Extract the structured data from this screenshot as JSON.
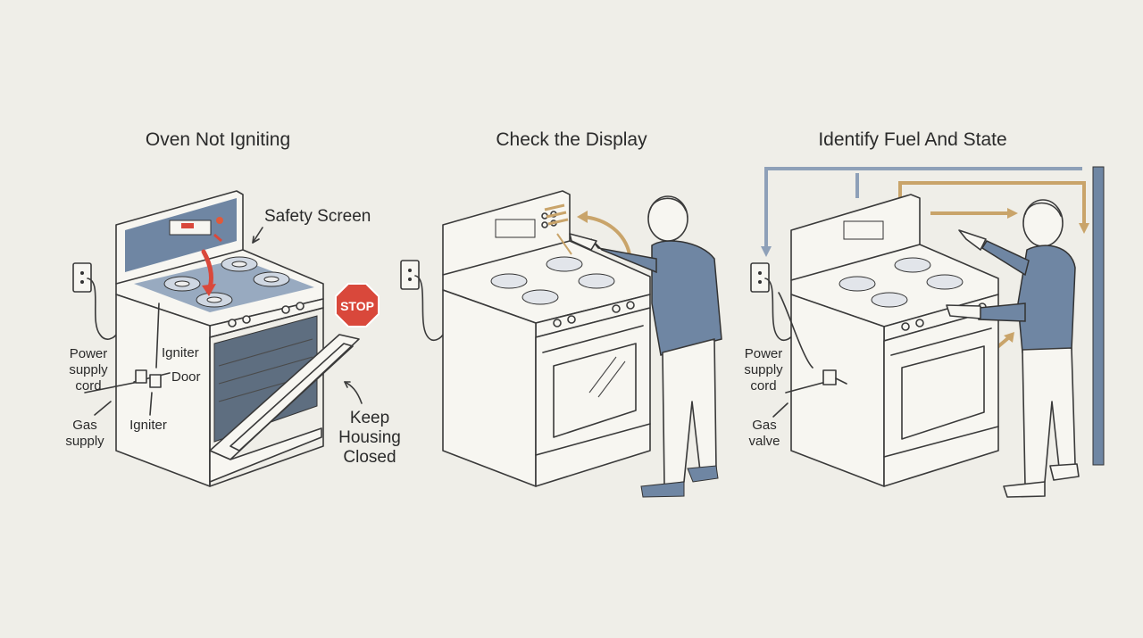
{
  "panels": [
    {
      "title": "Oven Not Igniting",
      "labels": {
        "safety_screen": "Safety Screen",
        "power_l1": "Power",
        "power_l2": "supply",
        "power_l3": "cord",
        "gas_l1": "Gas",
        "gas_l2": "supply",
        "igniter_top": "Igniter",
        "door": "Door",
        "igniter_bottom": "Igniter",
        "stop": "STOP",
        "keep_l1": "Keep",
        "keep_l2": "Housing",
        "keep_l3": "Closed"
      }
    },
    {
      "title": "Check the Display"
    },
    {
      "title": "Identify Fuel And State",
      "labels": {
        "power_l1": "Power",
        "power_l2": "supply",
        "power_l3": "cord",
        "gas_l1": "Gas",
        "gas_l2": "valve"
      }
    }
  ],
  "colors": {
    "background": "#efeee8",
    "accent_blue": "#6f86a3",
    "accent_gold": "#c9a46a",
    "alert_red": "#d9483b"
  }
}
